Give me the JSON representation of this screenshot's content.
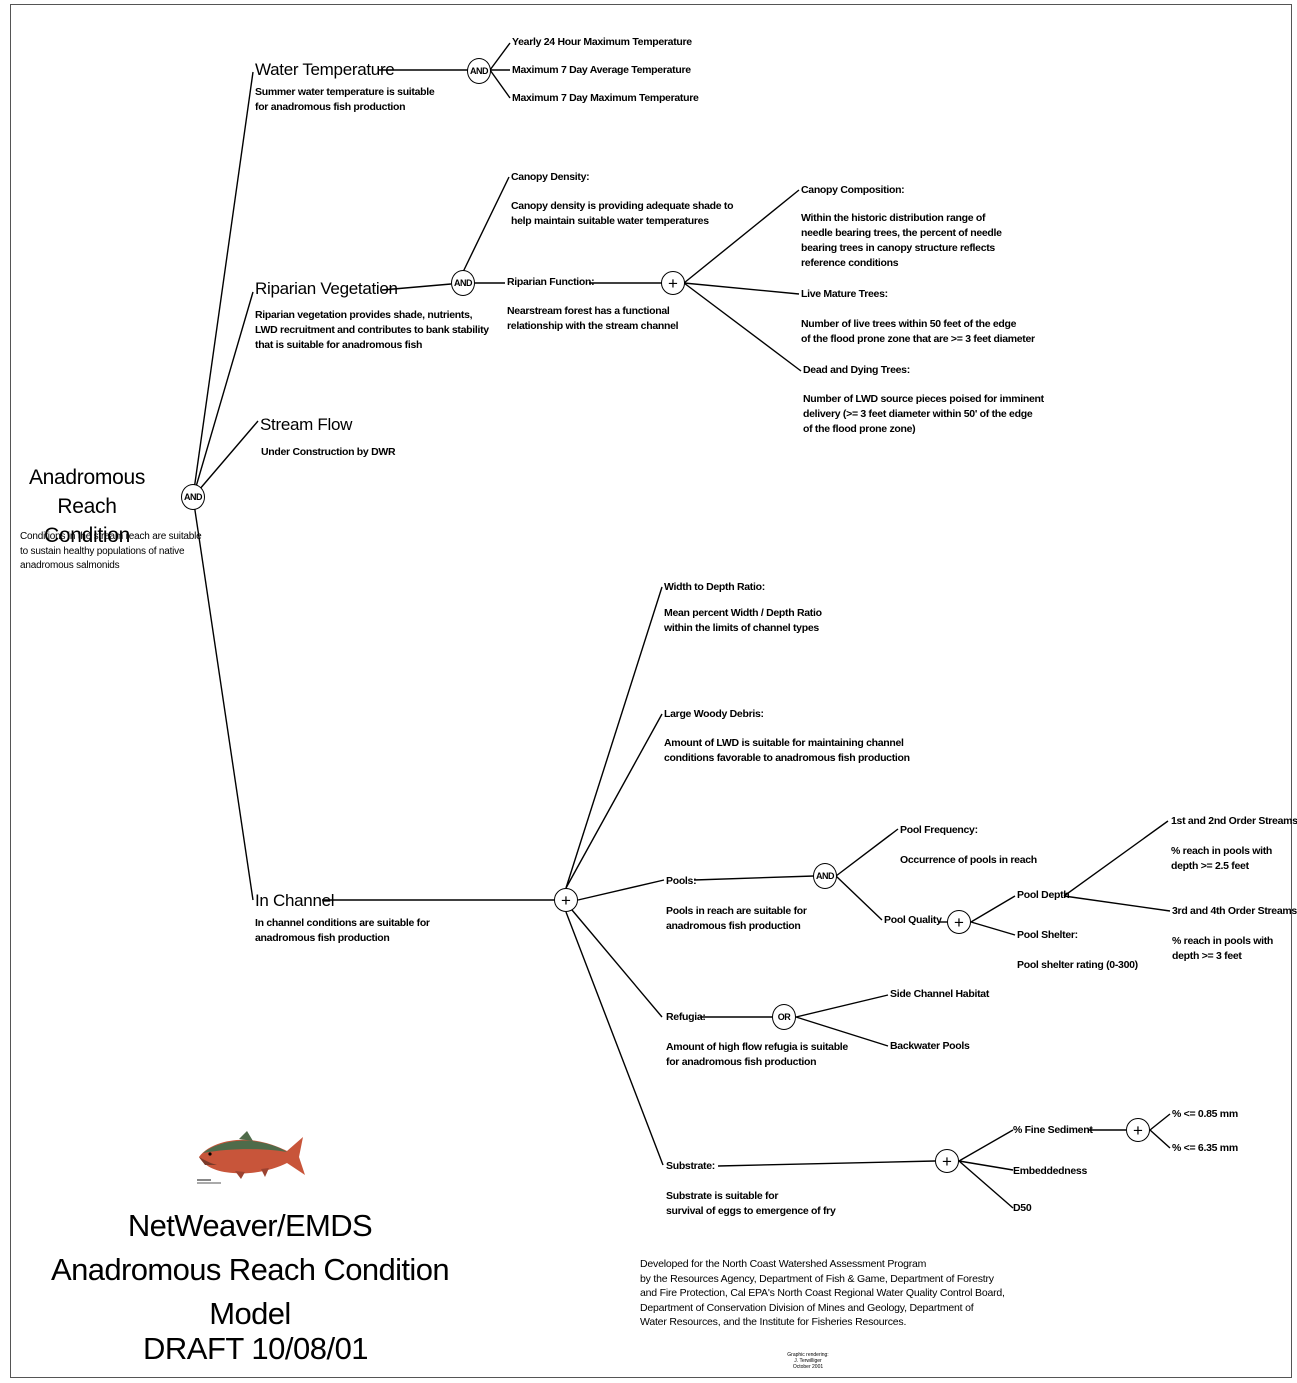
{
  "root": {
    "title": "Anadromous\nReach Condition",
    "desc": "Conditions in the stream reach are suitable\nto sustain healthy populations of native\nanadromous salmonids",
    "operator": "AND"
  },
  "water_temp": {
    "label": "Water Temperature",
    "desc": "Summer water temperature is suitable\nfor anadromous fish production",
    "operator": "AND",
    "children": [
      "Yearly 24 Hour Maximum Temperature",
      "Maximum 7 Day Average Temperature",
      "Maximum 7 Day Maximum Temperature"
    ]
  },
  "riparian": {
    "label": "Riparian Vegetation",
    "desc": "Riparian vegetation provides shade, nutrients,\nLWD recruitment and contributes to bank stability\nthat is suitable for anadromous fish",
    "operator": "AND",
    "canopy_density": {
      "label": "Canopy Density:",
      "desc": "Canopy density is providing adequate shade to\nhelp maintain suitable water temperatures"
    },
    "function": {
      "label": "Riparian Function:",
      "desc": "Nearstream forest has a functional\nrelationship with the stream channel",
      "operator": "+",
      "canopy_composition": {
        "label": "Canopy Composition:",
        "desc": "Within the historic distribution range of\nneedle bearing trees,  the percent of needle\nbearing trees in canopy structure reflects\nreference conditions"
      },
      "live_trees": {
        "label": "Live Mature Trees:",
        "desc": "Number of live trees within 50 feet of the edge\nof the flood prone zone that are >= 3 feet diameter"
      },
      "dead_trees": {
        "label": "Dead and Dying Trees:",
        "desc": "Number of LWD source pieces poised for imminent\ndelivery (>= 3 feet diameter within 50' of the edge\nof the flood prone zone)"
      }
    }
  },
  "stream_flow": {
    "label": "Stream Flow",
    "desc": "Under Construction by DWR"
  },
  "in_channel": {
    "label": "In Channel",
    "desc": "In channel conditions are suitable for\nanadromous fish production",
    "operator": "+",
    "width_depth": {
      "label": "Width to Depth Ratio:",
      "desc": "Mean percent Width / Depth Ratio\nwithin the limits of channel types"
    },
    "lwd": {
      "label": "Large Woody Debris:",
      "desc": "Amount of LWD is suitable for maintaining channel\nconditions favorable to anadromous fish production"
    },
    "pools": {
      "label": "Pools:",
      "desc": "Pools in reach are suitable for\nanadromous fish production",
      "operator": "AND",
      "frequency": {
        "label": "Pool Frequency:",
        "desc": "Occurrence of pools in reach"
      },
      "quality": {
        "label": "Pool Quality",
        "operator": "+",
        "depth": {
          "label": "Pool Depth",
          "order12": {
            "label": "1st and 2nd Order Streams:",
            "desc": "% reach in pools with\ndepth >= 2.5 feet"
          },
          "order34": {
            "label": "3rd and 4th Order Streams:",
            "desc": "% reach  in pools with\ndepth >= 3 feet"
          }
        },
        "shelter": {
          "label": "Pool Shelter:",
          "desc": "Pool shelter rating (0-300)"
        }
      }
    },
    "refugia": {
      "label": "Refugia:",
      "desc": "Amount of high flow refugia is suitable\nfor anadromous fish production",
      "operator": "OR",
      "children": [
        "Side Channel Habitat",
        "Backwater Pools"
      ]
    },
    "substrate": {
      "label": "Substrate:",
      "desc": "Substrate is suitable for\nsurvival of eggs to emergence of fry",
      "operator": "+",
      "fine_sediment": {
        "label": "% Fine Sediment",
        "operator": "+",
        "children": [
          "% <= 0.85 mm",
          "% <= 6.35 mm"
        ]
      },
      "embeddedness": "Embeddedness",
      "d50": "D50"
    }
  },
  "footer": {
    "title": "NetWeaver/EMDS\nAnadromous Reach Condition Model",
    "draft": "DRAFT  10/08/01",
    "credit": "Developed for the North Coast Watershed Assessment Program\nby the Resources Agency, Department of Fish & Game, Department of Forestry\nand Fire Protection, Cal EPA's North Coast Regional Water Quality Control Board,\nDepartment of Conservation Division of Mines and Geology, Department of\nWater Resources, and the Institute for Fisheries Resources.",
    "rendering": "Graphic rendering:\nJ. Terwilliger\nOctober 2001"
  },
  "colors": {
    "line": "#000000",
    "fish_body": "#c8553a",
    "fish_back": "#4f6b4a"
  }
}
